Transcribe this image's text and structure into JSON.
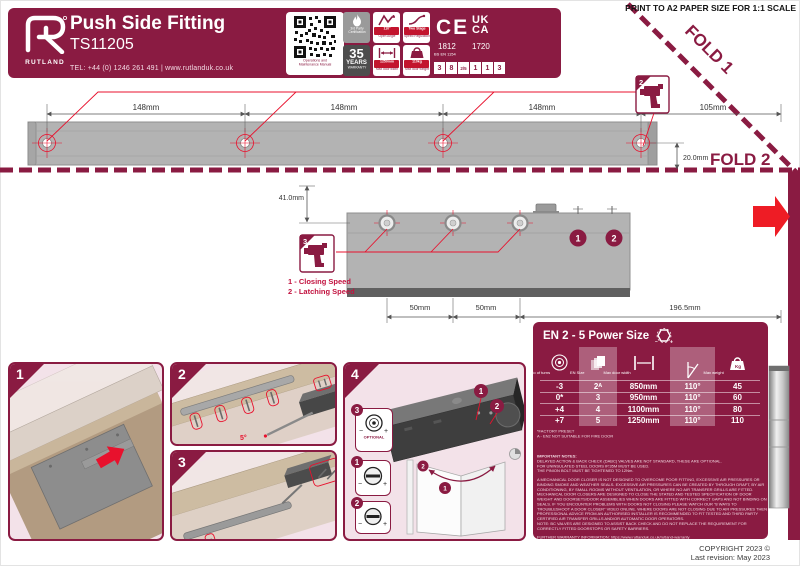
{
  "colors": {
    "maroon": "#8A1B42",
    "red": "#E8112D",
    "pink": "#F3E2E9"
  },
  "print_note": "PRINT TO A2 PAPER SIZE FOR 1:1 SCALE",
  "folds": {
    "fold1": "FOLD 1",
    "fold2": "FOLD 2"
  },
  "symbols": {
    "minus": "−",
    "plus": "+"
  },
  "header": {
    "brand": "RUTLAND",
    "title": "Push Side Fitting",
    "model": "TS11205",
    "contact": "TEL: +44 (0) 1246 261 491  |  www.rutlanduk.co.uk",
    "qr_caption_line1": "Operations and",
    "qr_caption_line2": "Maintenance Manual",
    "badges": [
      {
        "icon": "flame-icon",
        "line1": "3rd Party",
        "line2": "Certification"
      },
      {
        "icon": "open-angle-icon",
        "line1": "110°",
        "line2": "Open Angle"
      },
      {
        "icon": "two-stage-icon",
        "line1": "Two Stage",
        "line2": "Speed Regulation"
      },
      {
        "icon": "warranty-icon",
        "line1": "35",
        "line2": "YEARS",
        "line3": "WARRANTY"
      },
      {
        "icon": "door-width-icon",
        "line1": "1250mm",
        "line2": "Max door width"
      },
      {
        "icon": "door-weight-icon",
        "line1": "110kg",
        "line2": "Max door weight"
      }
    ],
    "ce": {
      "mark": "CE",
      "number": "1812"
    },
    "ukca": {
      "line1": "UK",
      "line2": "CA",
      "number": "1720"
    },
    "standard": {
      "label": "BS EN 1154",
      "classes": [
        "3",
        "8",
        "2/5",
        "1",
        "1",
        "3"
      ]
    }
  },
  "drawing_rail": {
    "dims": [
      "148mm",
      "148mm",
      "148mm",
      "105mm"
    ],
    "height_dim": "20.0mm",
    "drill_step": "2"
  },
  "drawing_body": {
    "dim_left": "41.0mm",
    "dims_bottom": [
      "50mm",
      "50mm",
      "196.5mm"
    ],
    "drill_step": "3",
    "valve1": "1",
    "valve2": "2",
    "legend1": "1 - Closing Speed",
    "legend2": "2 - Latching Speed"
  },
  "power_table": {
    "title": "EN 2 - 5 Power Size",
    "columns": [
      {
        "icon": "turns-icon",
        "label": "No of turns"
      },
      {
        "icon": "door-leaf-icon",
        "label": "EN Size"
      },
      {
        "icon": "door-width-icon",
        "label": "Max door width"
      },
      {
        "icon": "open-angle-icon",
        "label": ""
      },
      {
        "icon": "weight-icon",
        "label": "Max weight"
      }
    ],
    "kg_label": "Kg",
    "rows": [
      [
        "-3",
        "2ᴬ",
        "850mm",
        "110°",
        "45"
      ],
      [
        "0*",
        "3",
        "950mm",
        "110°",
        "60"
      ],
      [
        "+4",
        "4",
        "1100mm",
        "110°",
        "80"
      ],
      [
        "+7",
        "5",
        "1250mm",
        "110°",
        "110"
      ]
    ],
    "footnote1": "*FACTORY PRESET",
    "footnote2": "A - EN2 NOT SUITABLE FOR FIRE DOOR",
    "notes_title": "IMPORTANT NOTES:",
    "note1": "DELAYED ACTION & BACK CHECK (DABC) VALVES ARE NOT STANDARD, THESE ARE OPTIONAL.",
    "note2": "FOR UNINSULATED STEEL DOORS IP.35M MUST BE USED.",
    "note3": "THE PINION BOLT MUST BE TIGHTENED TO 12Nm.",
    "disclaimer": "A MECHANICAL DOOR CLOSER IS NOT DESIGNED TO OVERCOME POOR FITTING, EXCESSIVE AIR PRESSURES OR BINDING SMOKE AND WEATHER SEALS. EXCESSIVE AIR PRESSURES CAN BE CREATED BY THROUGH DRAFT, BY AIR CONDITIONING, BY SMALL ROOMS WITHOUT VENTILATION, OR WHERE NO AIR TRANSFER GRILLS ARE FITTED. MECHANICAL DOOR CLOSERS ARE DESIGNED TO CLOSE THE STATED AND TESTED SPECIFICATION OF DOOR WEIGHT AND DOORSETS/DOOR ASSEMBLIES WHEN DOORS ARE FITTED WITH CORRECT GAPS AND NOT BINDING ON SEALS. IF YOU ENCOUNTER PROBLEMS WITH DOORS NOT CLOSING PLEASE WATCH OUR \"8 WAYS TO TROUBLESHOOT A DOOR CLOSER\" VIDEO ONLINE. WHERE DOORS ARE NOT CLOSING DUE TO AIR PRESSURES THEN PROFESSIONAL ADVICE FROM AN AUTHORISED INSTALLER IS RECOMMENDED TO FIT TESTED AND THIRD PARTY CERTIFIED AIR TRANSFER GRILLS AND/OR AUTOMATIC DOOR OPERATORS.",
    "bc_note": "NOTE: BC VALVES ARE DESIGNED TO ASSIST BACK CHECK AND DO NOT REPLACE THE REQUIREMENT FOR CORRECTLY FITTED DOORSTOPS OR SAFETY BARRIERS.",
    "warranty": "FURTHER WARRANTY INFORMATION: https://www.rutlanduk.co.uk/rutland-warranty"
  },
  "steps": {
    "n1": "1",
    "n2": "2",
    "n3": "3",
    "n4": "4",
    "optional": "OPTIONAL",
    "angle_note": "5°"
  },
  "footer": {
    "copyright": "COPYRIGHT 2023 ©",
    "revision": "Last revision: May 2023"
  }
}
